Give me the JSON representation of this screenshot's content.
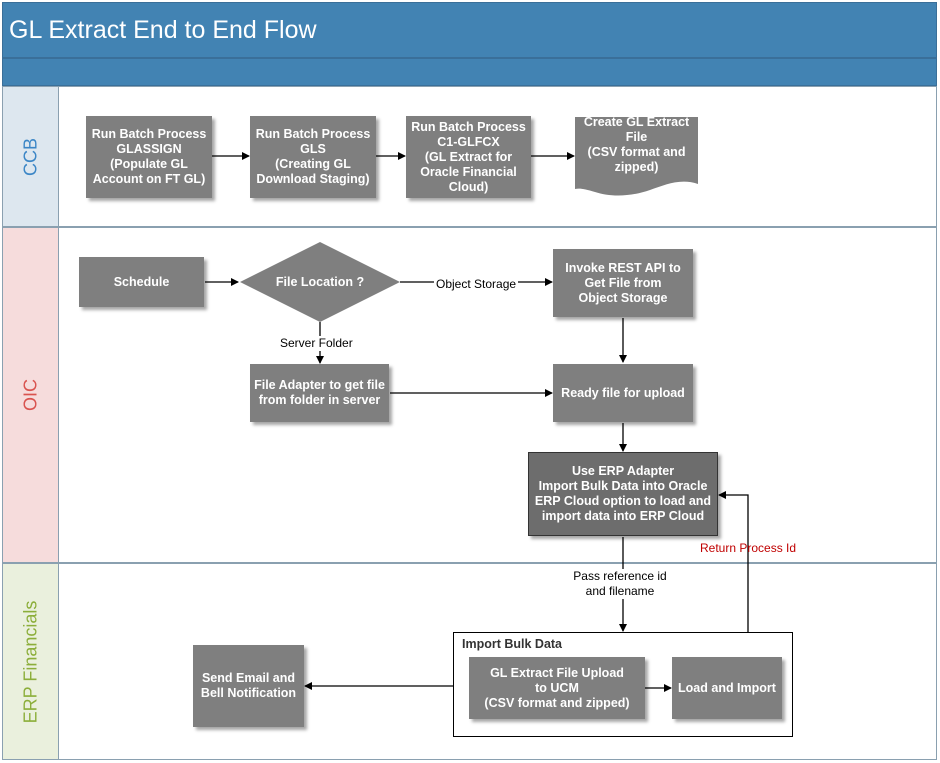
{
  "title": "GL Extract End to End Flow",
  "colors": {
    "header": "#4283b3",
    "lane_ccb_head": "#dde7ef",
    "lane_oic_head": "#f6dcdc",
    "lane_erp_head": "#eaf0dd",
    "ccb_label": "#3b86c6",
    "oic_label": "#d9534f",
    "erp_label": "#8cae3a",
    "box_fill": "#7f7f7f",
    "return_label": "#c00000"
  },
  "lanes": {
    "ccb": "CCB",
    "oic": "OIC",
    "erp": "ERP Financials"
  },
  "nodes": {
    "ccb_glassign": "Run Batch Process\nGLASSIGN\n(Populate GL\nAccount on FT GL)",
    "ccb_gls": "Run Batch Process\nGLS\n(Creating GL\nDownload Staging)",
    "ccb_c1glfcx": "Run Batch Process\nC1-GLFCX\n(GL Extract for\nOracle Financial\nCloud)",
    "ccb_create_file": "Create GL Extract\nFile\n(CSV format and\nzipped)",
    "oic_schedule": "Schedule",
    "oic_file_location": "File Location ?",
    "oic_invoke_rest": "Invoke REST API to\nGet File from\nObject Storage",
    "oic_file_adapter": "File Adapter to get file\nfrom folder in server",
    "oic_ready_upload": "Ready file for upload",
    "oic_erp_adapter": "Use ERP Adapter\nImport Bulk Data into Oracle\nERP Cloud option  to load and\nimport data into ERP Cloud",
    "erp_import_group": "Import Bulk Data",
    "erp_upload_ucm": "GL Extract File Upload\nto UCM\n(CSV format and zipped)",
    "erp_load_import": "Load and Import",
    "erp_send_email": "Send Email and\nBell Notification"
  },
  "edge_labels": {
    "object_storage": "Object Storage",
    "server_folder": "Server Folder",
    "pass_reference": "Pass reference id\nand filename",
    "return_process": "Return Process Id"
  }
}
